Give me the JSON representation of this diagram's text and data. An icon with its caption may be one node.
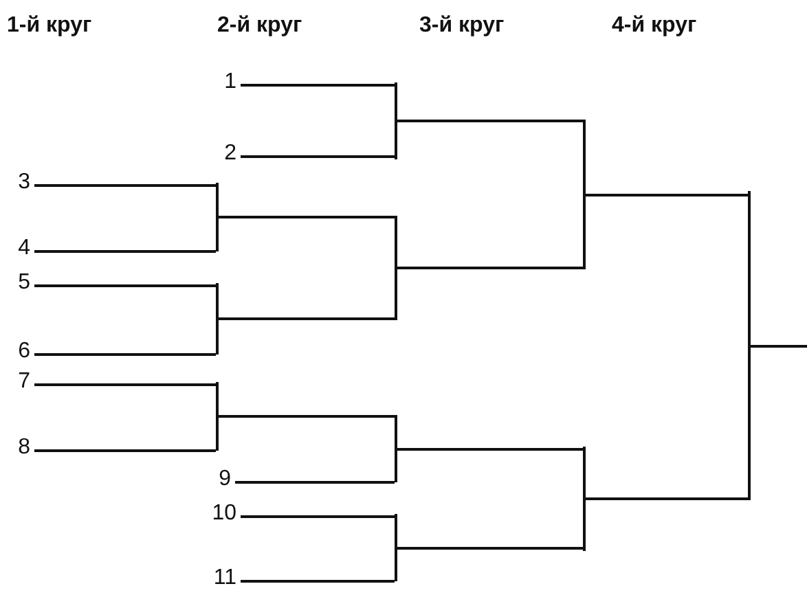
{
  "diagram": {
    "nodes": [
      {
        "text": [
          "1"
        ]
      },
      {
        "text": [
          "2"
        ]
      },
      {
        "text": [
          "3"
        ]
      },
      {
        "text": [
          "4"
        ]
      },
      {
        "text": [
          "5"
        ]
      },
      {
        "text": [
          "6"
        ]
      },
      {
        "text": [
          "7"
        ]
      },
      {
        "text": [
          "8"
        ]
      },
      {
        "text": [
          "9"
        ]
      },
      {
        "text": [
          "10"
        ]
      },
      {
        "text": [
          "11"
        ]
      },
      {
        "text": [],
        "shape": "bar"
      },
      {
        "text": [],
        "shape": "bar"
      },
      {
        "text": [],
        "shape": "bar"
      },
      {
        "text": [],
        "shape": "bar"
      },
      {
        "text": [],
        "shape": "bar"
      },
      {
        "text": [],
        "shape": "bar"
      },
      {
        "text": [],
        "shape": "bar"
      },
      {
        "text": [],
        "shape": "bar"
      },
      {
        "text": [],
        "shape": "bar"
      },
      {
        "text": [],
        "shape": "bar"
      }
    ],
    "edges": [
      {
        "from": 2,
        "to": 11,
        "arrow": "none"
      },
      {
        "from": 3,
        "to": 11,
        "arrow": "none"
      },
      {
        "from": 4,
        "to": 12,
        "arrow": "none"
      },
      {
        "from": 5,
        "to": 12,
        "arrow": "none"
      },
      {
        "from": 6,
        "to": 13,
        "arrow": "none"
      },
      {
        "from": 7,
        "to": 13,
        "arrow": "none"
      },
      {
        "from": 0,
        "to": 14,
        "arrow": "none"
      },
      {
        "from": 1,
        "to": 14,
        "arrow": "none"
      },
      {
        "from": 11,
        "to": 15,
        "arrow": "none"
      },
      {
        "from": 12,
        "to": 15,
        "arrow": "none"
      },
      {
        "from": 13,
        "to": 16,
        "arrow": "none"
      },
      {
        "from": 8,
        "to": 16,
        "arrow": "none"
      },
      {
        "from": 9,
        "to": 17,
        "arrow": "none"
      },
      {
        "from": 10,
        "to": 17,
        "arrow": "none"
      },
      {
        "from": 14,
        "to": 18,
        "arrow": "none"
      },
      {
        "from": 15,
        "to": 18,
        "arrow": "none"
      },
      {
        "from": 16,
        "to": 19,
        "arrow": "none"
      },
      {
        "from": 17,
        "to": 19,
        "arrow": "none"
      },
      {
        "from": 18,
        "to": 20,
        "arrow": "none"
      },
      {
        "from": 19,
        "to": 20,
        "arrow": "none"
      },
      {
        "from": 20,
        "to": null,
        "arrow": "none"
      }
    ],
    "labels": [
      "1-й круг",
      "2-й круг",
      "3-й круг",
      "4-й круг"
    ]
  }
}
